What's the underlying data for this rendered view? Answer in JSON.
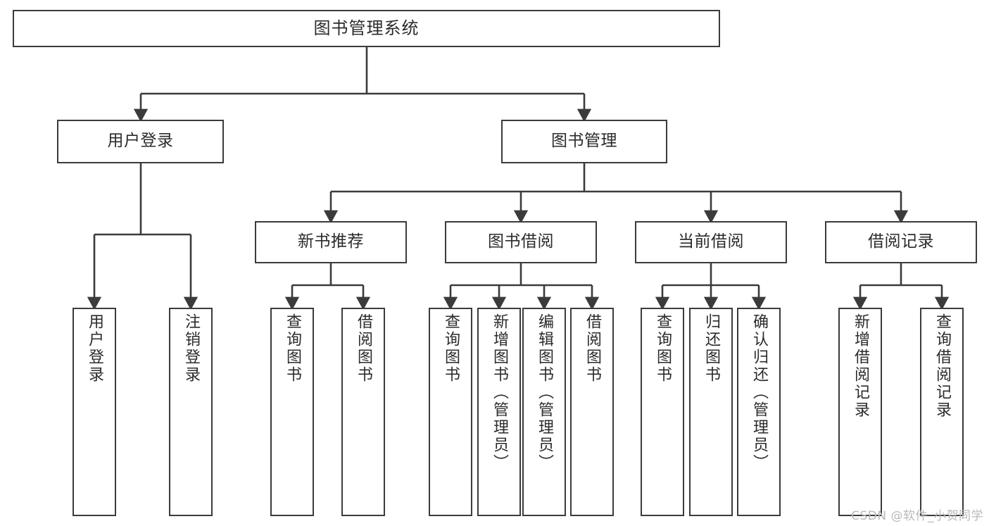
{
  "diagram": {
    "title": "图书管理系统",
    "type": "tree",
    "watermark": "CSDN @软件_小贺同学",
    "colors": {
      "border": "#3b3b3b",
      "text": "#2b2b2b",
      "background": "#ffffff",
      "connector": "#3b3b3b",
      "watermark": "#b9b9b9"
    },
    "nodes": {
      "root": {
        "label": "图书管理系统"
      },
      "level2": [
        {
          "id": "user-login",
          "label": "用户登录"
        },
        {
          "id": "book-management",
          "label": "图书管理"
        }
      ],
      "level3": [
        {
          "id": "new-book-recommend",
          "label": "新书推荐"
        },
        {
          "id": "book-borrow",
          "label": "图书借阅"
        },
        {
          "id": "current-borrow",
          "label": "当前借阅"
        },
        {
          "id": "borrow-record",
          "label": "借阅记录"
        }
      ],
      "leaves": {
        "user-login": [
          {
            "id": "leaf-user-login",
            "label": "用户登录"
          },
          {
            "id": "leaf-logout",
            "label": "注销登录"
          }
        ],
        "new-book-recommend": [
          {
            "id": "leaf-query-book-1",
            "label": "查询图书"
          },
          {
            "id": "leaf-borrow-book-1",
            "label": "借阅图书"
          }
        ],
        "book-borrow": [
          {
            "id": "leaf-query-book-2",
            "label": "查询图书"
          },
          {
            "id": "leaf-add-book",
            "label": "新增图书（管理员）"
          },
          {
            "id": "leaf-edit-book",
            "label": "编辑图书（管理员）"
          },
          {
            "id": "leaf-borrow-book-2",
            "label": "借阅图书"
          }
        ],
        "current-borrow": [
          {
            "id": "leaf-query-book-3",
            "label": "查询图书"
          },
          {
            "id": "leaf-return-book",
            "label": "归还图书"
          },
          {
            "id": "leaf-confirm-return",
            "label": "确认归还（管理员）"
          }
        ],
        "borrow-record": [
          {
            "id": "leaf-add-record",
            "label": "新增借阅记录"
          },
          {
            "id": "leaf-query-record",
            "label": "查询借阅记录"
          }
        ]
      }
    }
  }
}
